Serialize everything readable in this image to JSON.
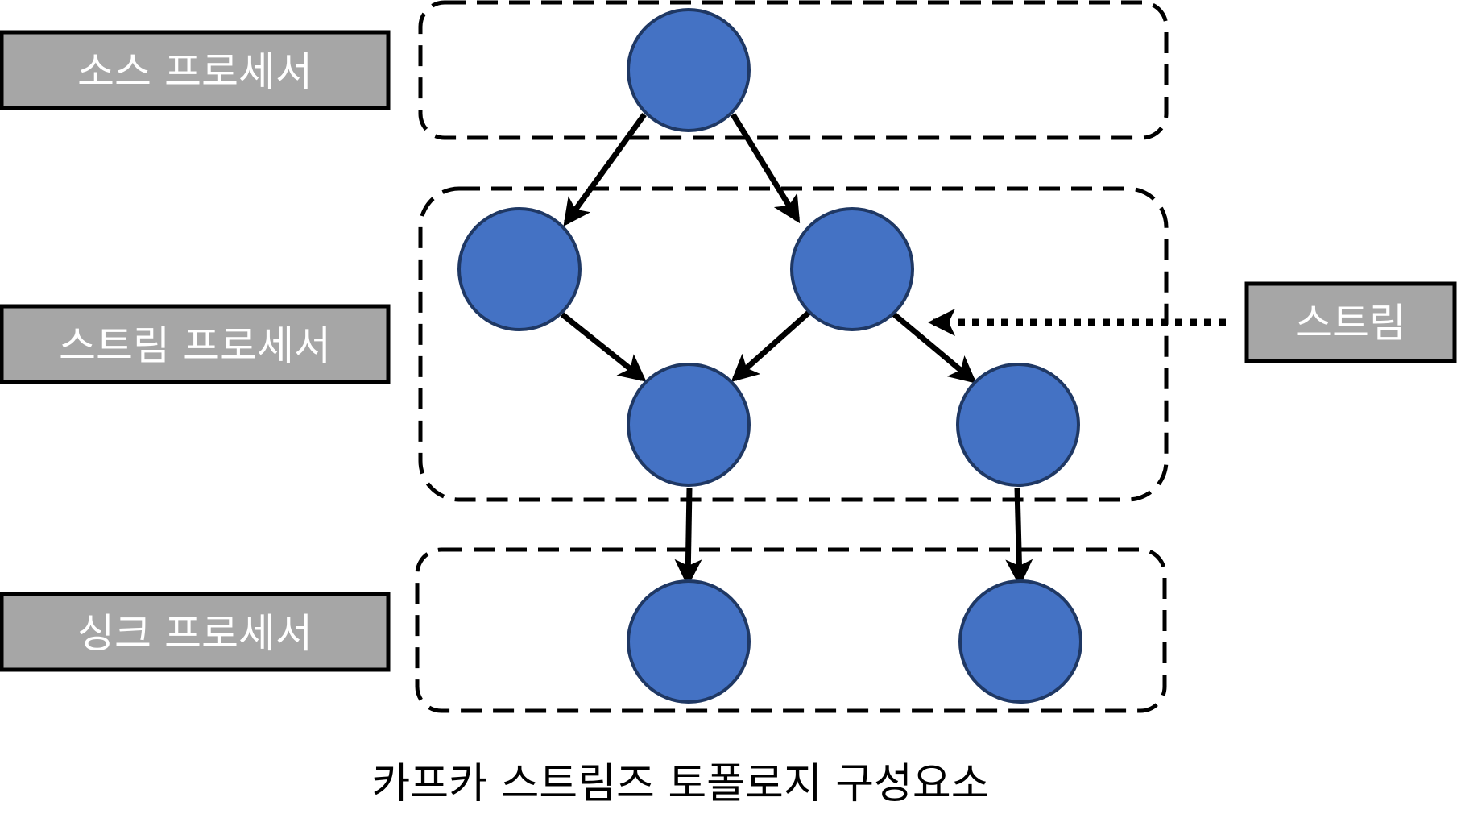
{
  "diagram": {
    "labels": {
      "source": "소스 프로세서",
      "stream_processor": "스트림 프로세서",
      "sink": "싱크 프로세서",
      "stream": "스트림"
    },
    "caption": "카프카 스트림즈 토폴로지 구성요소"
  },
  "colors": {
    "node_fill": "#4472C4",
    "node_stroke": "#1F3864",
    "label_fill": "#A6A6A6",
    "label_stroke": "#000000",
    "label_text": "#FFFFFF",
    "edge": "#000000"
  }
}
